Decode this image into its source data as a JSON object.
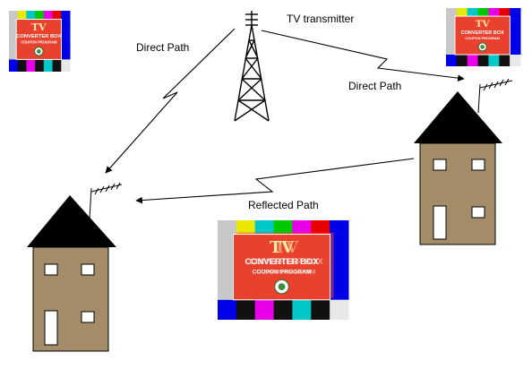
{
  "labels": {
    "transmitter": "TV transmitter",
    "direct_path_left": "Direct Path",
    "direct_path_right": "Direct Path",
    "reflected_path": "Reflected Path"
  },
  "test_card": {
    "title": "TV",
    "line1": "CONVERTER BOX",
    "line2": "COUPON PROGRAM",
    "bar_colors": [
      "#c8c8c8",
      "#e8e800",
      "#00c8c8",
      "#00c800",
      "#e800e8",
      "#e80000",
      "#0000e8"
    ],
    "bottom_colors": [
      "#0000e8",
      "#111111",
      "#e800e8",
      "#111111",
      "#00c8c8",
      "#111111",
      "#e8e8e8"
    ],
    "panel_color": "#e8412d"
  },
  "colors": {
    "house_wall": "#a58c69",
    "roof": "#000000",
    "window": "#ffffff"
  }
}
